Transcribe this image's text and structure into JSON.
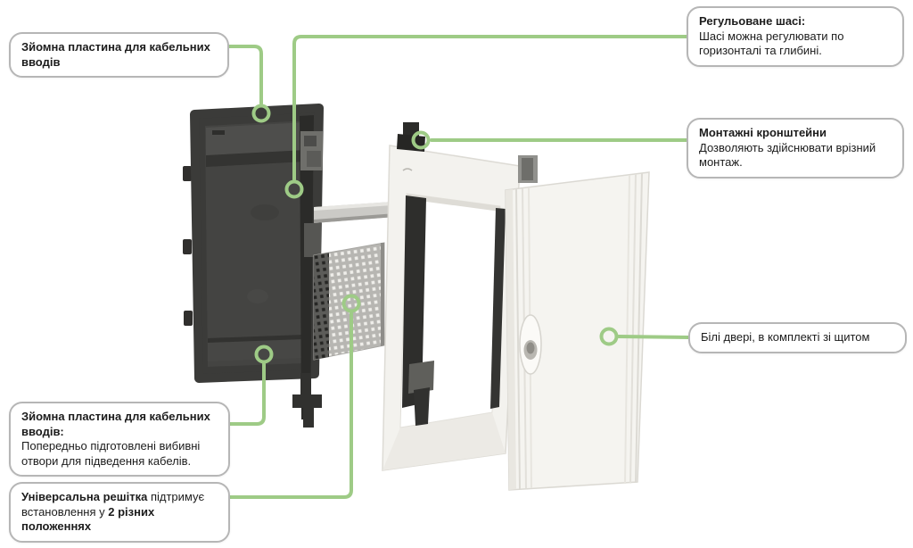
{
  "colors": {
    "accent_green": "#9ecb86",
    "callout_border": "#b6b6b6",
    "callout_bg": "#ffffff",
    "text": "#1c1c1c",
    "background": "#ffffff"
  },
  "callouts": {
    "removable_plate_top": {
      "title": "Зйомна пластина для кабельних вводів"
    },
    "adjustable_chassis": {
      "title": "Регульоване шасі:",
      "body": "Шасі можна регулювати по горизонталі та глибині."
    },
    "mounting_brackets": {
      "title": "Монтажні кронштейни",
      "body": "Дозволяють здійснювати врізний монтаж."
    },
    "white_door": {
      "text": "Білі двері, в комплекті зі щитом"
    },
    "removable_plate_bottom": {
      "title": "Зйомна пластина для кабельних вводів:",
      "body": "Попередньо підготовлені вибивні отвори для підведення кабелів."
    },
    "universal_grid": {
      "bold_lead": "Універсальна решітка",
      "regular_mid": " підтримує встановлення у ",
      "bold_tail": "2 різних положеннях"
    }
  }
}
